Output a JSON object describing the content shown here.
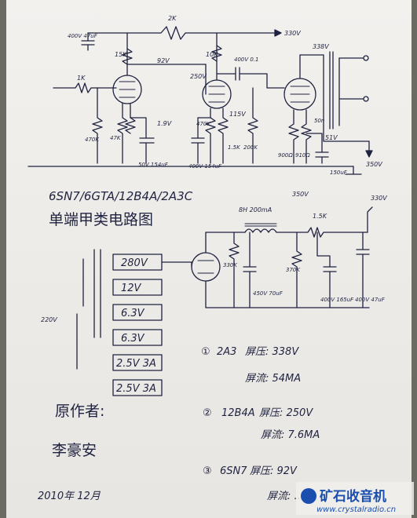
{
  "schematic_top": {
    "labels": {
      "r_2k": "2K",
      "b_plus": "330V",
      "filter_cap": "400V 47uF",
      "r_1k": "1K",
      "r_15k": "15K",
      "v_92": "92V",
      "r_470k": "470K",
      "r_47k": "47K",
      "cathode_1_9": "1.9V",
      "cap_50v_154": "50V 154uF",
      "r_10k": "10K",
      "coupling": "400V 0.1",
      "v_250": "250V",
      "r_470": "470K",
      "v_115": "115V",
      "r_1_5k": "1.5K",
      "cap_400v_154": "400V 154uF",
      "r_200k": "200K",
      "v_338": "338V",
      "r_900": "900Ω",
      "r_910": "910Ω",
      "cathode_51": "51V",
      "r_50n": "50n",
      "out_350": "350V",
      "cap_150": "150uF"
    },
    "tube_codes": "6SN7/6GTA/12B4A/2A3C",
    "title_cn": "单端甲类电路图"
  },
  "power_supply": {
    "choke": "8H 200mA",
    "v_350": "350V",
    "r_1_5k": "1.5K",
    "v_330": "330V",
    "r_330k": "330K",
    "cap_450v": "450V 70uF",
    "r_370k": "370K",
    "cap_400v_165": "400V 165uF",
    "cap_400v_47": "400V 47uF",
    "mains": "220V",
    "windings": [
      "280V",
      "12V",
      "6.3V",
      "6.3V",
      "2.5V 3A",
      "2.5V 3A"
    ]
  },
  "notes": [
    {
      "num": "①",
      "tube": "2A3",
      "plate_v": "屏压: 338V",
      "plate_i": "屏流: 54MA"
    },
    {
      "num": "②",
      "tube": "12B4A",
      "plate_v": "屏压: 250V",
      "plate_i": "屏流: 7.6MA"
    },
    {
      "num": "③",
      "tube": "6SN7",
      "plate_v": "屏压: 92V",
      "plate_i": "屏流: ..."
    }
  ],
  "author": {
    "label": "原作者:",
    "name": "李豪安",
    "date": "2010年 12月"
  },
  "watermark": {
    "name": "矿石收音机",
    "url": "www.crystalradio.cn"
  },
  "colors": {
    "paper": "#f0efeb",
    "ink": "#1f2240",
    "watermark": "#1a4fb0"
  }
}
